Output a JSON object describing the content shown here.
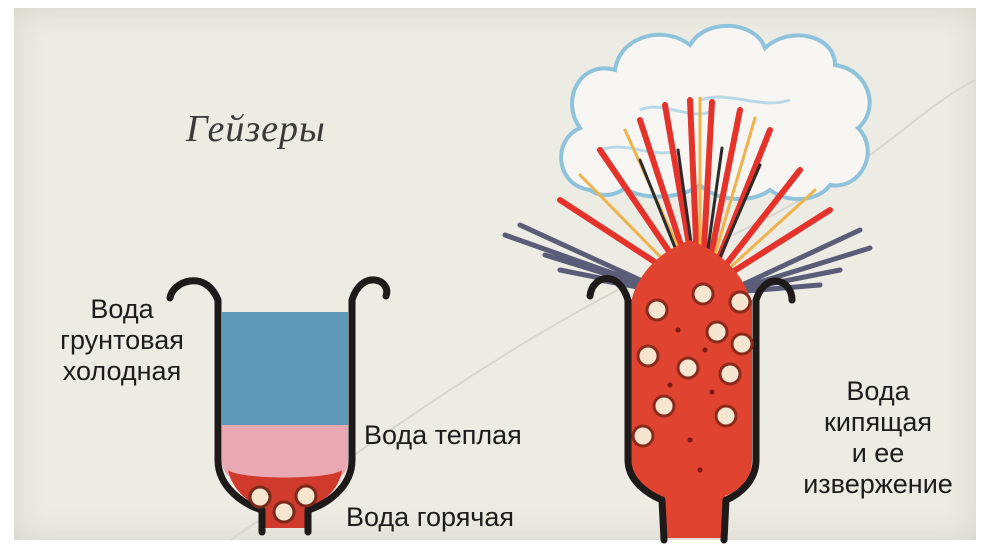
{
  "diagram": {
    "title": "Гейзеры",
    "labels": {
      "cold_water": "Вода\nгрунтовая\nхолодная",
      "warm_water": "Вода  теплая",
      "hot_water": "Вода  горячая",
      "boiling_water": "Вода\nкипящая\nи  ее\nизвержение"
    },
    "colors": {
      "cold_water": "#5f9ab8",
      "warm_water": "#e9a9b3",
      "hot_water": "#cf3a2c",
      "boiling_water": "#e0432f",
      "vent_outline": "#1e1a1a",
      "steam": "#8fc3dc"
    }
  }
}
